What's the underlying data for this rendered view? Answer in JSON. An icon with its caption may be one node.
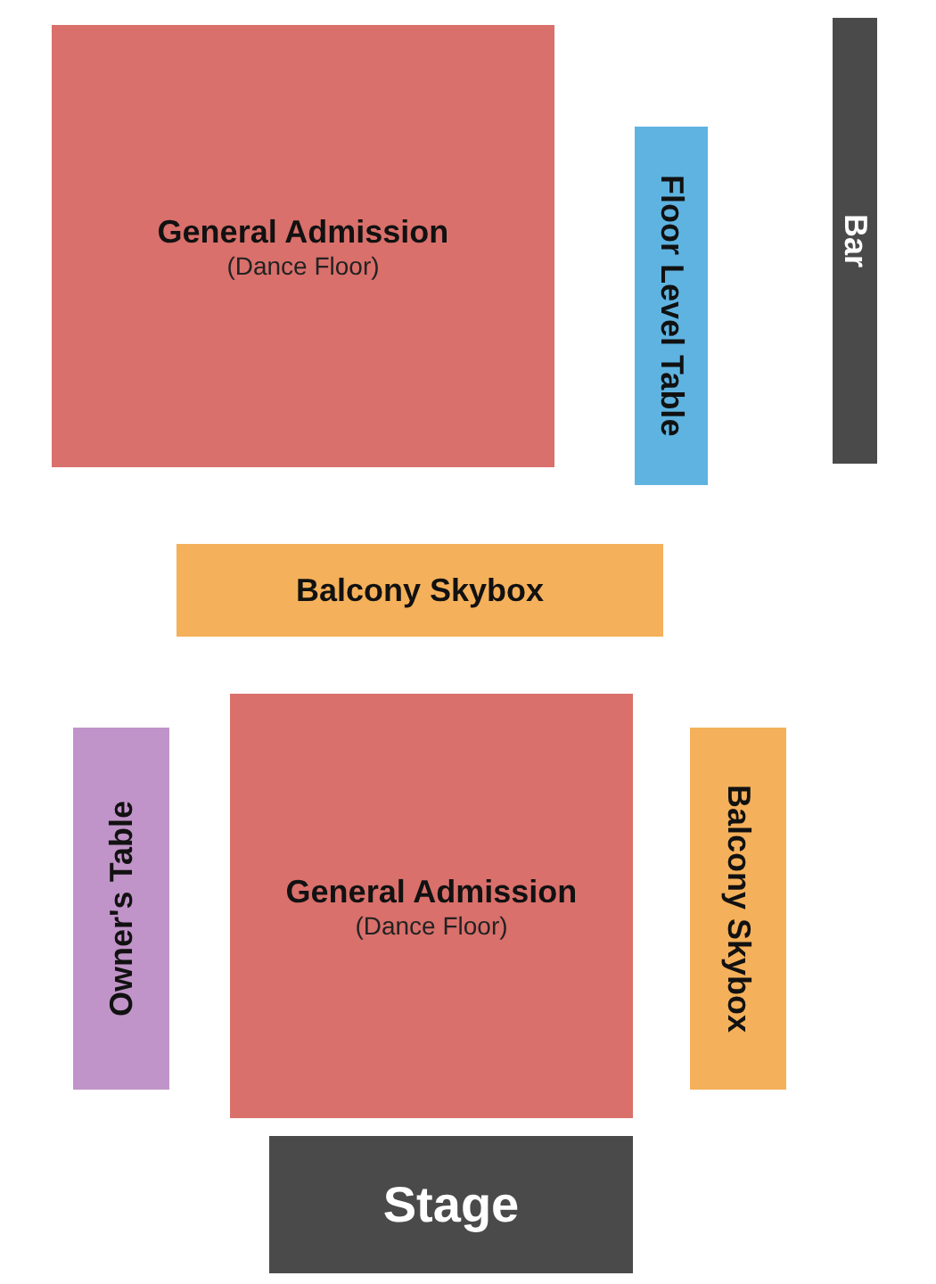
{
  "diagram": {
    "nodes": [
      {
        "text": [
          "General Admission",
          "(Dance Floor)"
        ]
      },
      {
        "text": [
          "Floor Level Table"
        ]
      },
      {
        "text": [
          "Bar"
        ]
      },
      {
        "text": [
          "Balcony Skybox"
        ]
      },
      {
        "text": [
          "Owner's Table"
        ]
      },
      {
        "text": [
          "General Admission",
          "(Dance Floor)"
        ]
      },
      {
        "text": [
          "Balcony Skybox"
        ]
      },
      {
        "text": [
          "Stage"
        ]
      }
    ],
    "edges": []
  }
}
